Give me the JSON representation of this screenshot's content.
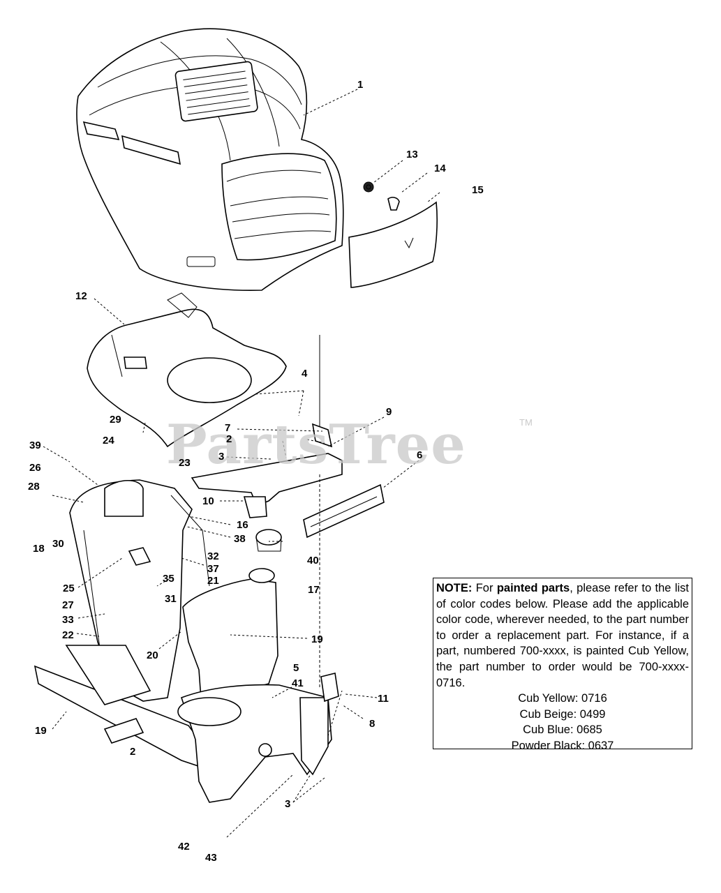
{
  "watermark": {
    "text": "PartsTree",
    "trademark": "TM"
  },
  "callouts": [
    {
      "text": "1"
    },
    {
      "text": "13"
    },
    {
      "text": "14"
    },
    {
      "text": "15"
    },
    {
      "text": "12"
    },
    {
      "text": "4"
    },
    {
      "text": "9"
    },
    {
      "text": "29"
    },
    {
      "text": "7"
    },
    {
      "text": "2"
    },
    {
      "text": "24"
    },
    {
      "text": "23"
    },
    {
      "text": "3"
    },
    {
      "text": "39"
    },
    {
      "text": "6"
    },
    {
      "text": "26"
    },
    {
      "text": "28"
    },
    {
      "text": "10"
    },
    {
      "text": "16"
    },
    {
      "text": "38"
    },
    {
      "text": "30"
    },
    {
      "text": "18"
    },
    {
      "text": "32"
    },
    {
      "text": "37"
    },
    {
      "text": "40"
    },
    {
      "text": "21"
    },
    {
      "text": "35"
    },
    {
      "text": "25"
    },
    {
      "text": "17"
    },
    {
      "text": "31"
    },
    {
      "text": "27"
    },
    {
      "text": "33"
    },
    {
      "text": "22"
    },
    {
      "text": "19"
    },
    {
      "text": "20"
    },
    {
      "text": "5"
    },
    {
      "text": "41"
    },
    {
      "text": "11"
    },
    {
      "text": "8"
    },
    {
      "text": "19"
    },
    {
      "text": "2"
    },
    {
      "text": "3"
    },
    {
      "text": "42"
    },
    {
      "text": "43"
    }
  ],
  "note": {
    "label": "NOTE:",
    "text_a": " For ",
    "bold_text": "painted parts",
    "text_b": ", please refer to the list of color codes below. Please add the applicable color code, wherever needed, to the part number to order a replacement part. For instance, if a part, numbered 700-xxxx, is painted Cub Yellow,  the part number to order would be 700-xxxx-0716.",
    "color_codes": [
      {
        "text": "Cub Yellow: 0716"
      },
      {
        "text": "Cub Beige: 0499"
      },
      {
        "text": "Cub Blue: 0685"
      },
      {
        "text": "Powder Black: 0637"
      }
    ]
  }
}
